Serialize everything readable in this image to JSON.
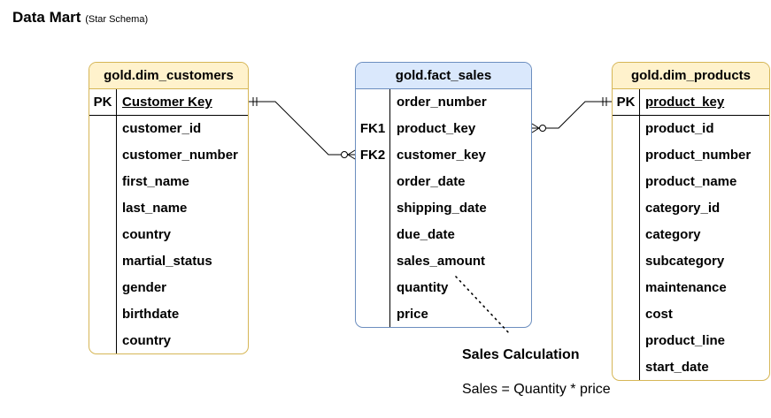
{
  "title": "Data Mart",
  "subtitle": "(Star Schema)",
  "customers": {
    "name": "gold.dim_customers",
    "pk_badge": "PK",
    "pk": "Customer Key",
    "columns": [
      "customer_id",
      "customer_number",
      "first_name",
      "last_name",
      "country",
      "martial_status",
      "gender",
      "birthdate",
      "country"
    ]
  },
  "fact": {
    "name": "gold.fact_sales",
    "columns": [
      {
        "key": "",
        "name": "order_number"
      },
      {
        "key": "FK1",
        "name": "product_key"
      },
      {
        "key": "FK2",
        "name": "customer_key"
      },
      {
        "key": "",
        "name": "order_date"
      },
      {
        "key": "",
        "name": "shipping_date"
      },
      {
        "key": "",
        "name": "due_date"
      },
      {
        "key": "",
        "name": "sales_amount"
      },
      {
        "key": "",
        "name": "quantity"
      },
      {
        "key": "",
        "name": "price"
      }
    ]
  },
  "products": {
    "name": "gold.dim_products",
    "pk_badge": "PK",
    "pk": "product_key",
    "columns": [
      "product_id",
      "product_number",
      "product_name",
      "category_id",
      "category",
      "subcategory",
      "maintenance",
      "cost",
      "product_line",
      "start_date"
    ]
  },
  "note": {
    "title": "Sales Calculation",
    "formula": "Sales = Quantity * price"
  }
}
